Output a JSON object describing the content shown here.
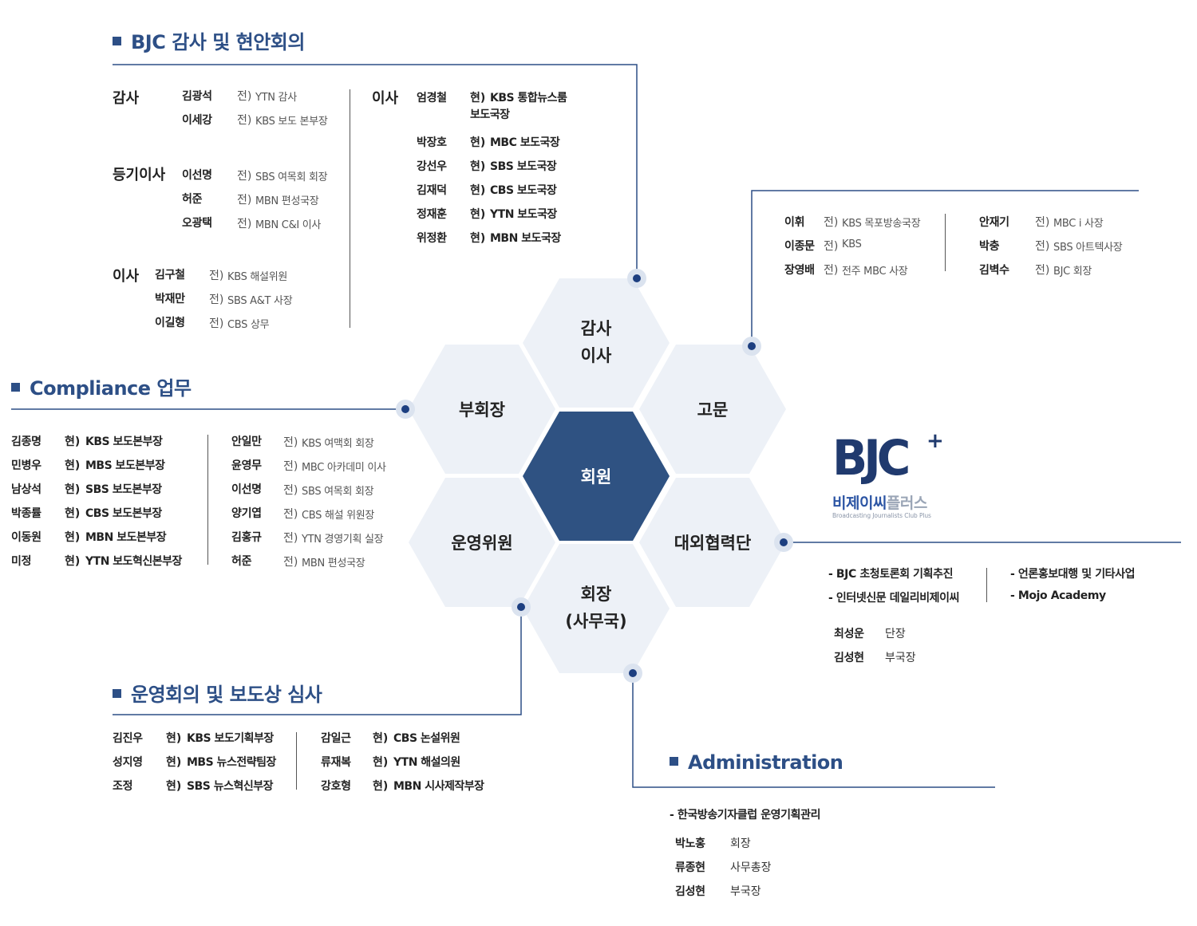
{
  "hexagons": {
    "center": "회원",
    "top": [
      "감사",
      "이사"
    ],
    "upper_left": "부회장",
    "upper_right": "고문",
    "lower_left": "운영위원",
    "lower_right": "대외협력단",
    "bottom": [
      "회장",
      "(사무국)"
    ]
  },
  "audit_board": {
    "title": "BJC 감사 및 현안회의",
    "groups": [
      {
        "label": "감사",
        "members": [
          {
            "name": "김광석",
            "prefix": "전)",
            "desc": "YTN 감사"
          },
          {
            "name": "이세강",
            "prefix": "전)",
            "desc": "KBS 보도 본부장"
          }
        ]
      },
      {
        "label": "등기이사",
        "members": [
          {
            "name": "이선명",
            "prefix": "전)",
            "desc": "SBS 여목회 회장"
          },
          {
            "name": "허준",
            "prefix": "전)",
            "desc": "MBN 편성국장"
          },
          {
            "name": "오광택",
            "prefix": "전)",
            "desc": "MBN C&I 이사"
          }
        ]
      },
      {
        "label": "이사",
        "members": [
          {
            "name": "김구철",
            "prefix": "전)",
            "desc": "KBS 해설위원"
          },
          {
            "name": "박재만",
            "prefix": "전)",
            "desc": "SBS A&T 사장"
          },
          {
            "name": "이길형",
            "prefix": "전)",
            "desc": "CBS 상무"
          }
        ]
      }
    ],
    "right_group": {
      "label": "이사",
      "members": [
        {
          "name": "엄경철",
          "prefix": "현)",
          "desc": "KBS 통합뉴스룸",
          "desc2": "보도국장"
        },
        {
          "name": "박장호",
          "prefix": "현)",
          "desc": "MBC 보도국장"
        },
        {
          "name": "강선우",
          "prefix": "현)",
          "desc": "SBS 보도국장"
        },
        {
          "name": "김재덕",
          "prefix": "현)",
          "desc": "CBS 보도국장"
        },
        {
          "name": "정재훈",
          "prefix": "현)",
          "desc": "YTN 보도국장"
        },
        {
          "name": "위정환",
          "prefix": "현)",
          "desc": "MBN 보도국장"
        }
      ]
    }
  },
  "advisors": {
    "left": [
      {
        "name": "이휘",
        "prefix": "전)",
        "desc": "KBS 목포방송국장"
      },
      {
        "name": "이종문",
        "prefix": "전)",
        "desc": "KBS"
      },
      {
        "name": "장영배",
        "prefix": "전)",
        "desc": "전주 MBC 사장"
      }
    ],
    "right": [
      {
        "name": "안재기",
        "prefix": "전)",
        "desc": "MBC i 사장"
      },
      {
        "name": "박충",
        "prefix": "전)",
        "desc": "SBS 아트텍사장"
      },
      {
        "name": "김벽수",
        "prefix": "전)",
        "desc": "BJC 회장"
      }
    ]
  },
  "compliance": {
    "title": "Compliance 업무",
    "left": [
      {
        "name": "김종명",
        "prefix": "현)",
        "desc": "KBS 보도본부장"
      },
      {
        "name": "민병우",
        "prefix": "현)",
        "desc": "MBS 보도본부장"
      },
      {
        "name": "남상석",
        "prefix": "현)",
        "desc": "SBS 보도본부장"
      },
      {
        "name": "박종률",
        "prefix": "현)",
        "desc": "CBS 보도본부장"
      },
      {
        "name": "이동원",
        "prefix": "현)",
        "desc": "MBN 보도본부장"
      },
      {
        "name": "미정",
        "prefix": "현)",
        "desc": "YTN 보도혁신본부장"
      }
    ],
    "right": [
      {
        "name": "안일만",
        "prefix": "전)",
        "desc": "KBS 여맥회 회장"
      },
      {
        "name": "윤영무",
        "prefix": "전)",
        "desc": "MBC 아카데미 이사"
      },
      {
        "name": "이선명",
        "prefix": "전)",
        "desc": "SBS 여목회 회장"
      },
      {
        "name": "양기엽",
        "prefix": "전)",
        "desc": "CBS 해설 위원장"
      },
      {
        "name": "김홍규",
        "prefix": "전)",
        "desc": "YTN 경영기획 실장"
      },
      {
        "name": "허준",
        "prefix": "전)",
        "desc": "MBN 편성국장"
      }
    ]
  },
  "logo": {
    "mark": "BJC",
    "plus": "+",
    "korean_left": "비제이씨",
    "korean_right": "플러스",
    "english": "Broadcasting Journalists Club Plus"
  },
  "external": {
    "bullets_left": [
      "- BJC 초청토론회 기획추진",
      "- 인터넷신문 데일리비제이씨"
    ],
    "bullets_right": [
      "- 언론홍보대행 및 기타사업",
      "- Mojo Academy"
    ],
    "members": [
      {
        "name": "최성운",
        "role": "단장"
      },
      {
        "name": "김성현",
        "role": "부국장"
      }
    ]
  },
  "operations": {
    "title": "운영회의 및 보도상 심사",
    "left": [
      {
        "name": "김진우",
        "prefix": "현)",
        "desc": "KBS 보도기획부장"
      },
      {
        "name": "성지영",
        "prefix": "현)",
        "desc": "MBS 뉴스전략팀장"
      },
      {
        "name": "조정",
        "prefix": "현)",
        "desc": "SBS 뉴스혁신부장"
      }
    ],
    "right": [
      {
        "name": "감일근",
        "prefix": "현)",
        "desc": "CBS 논설위원"
      },
      {
        "name": "류재복",
        "prefix": "현)",
        "desc": "YTN 해설의원"
      },
      {
        "name": "강호형",
        "prefix": "현)",
        "desc": "MBN 시사제작부장"
      }
    ]
  },
  "administration": {
    "title": "Administration",
    "bullet": "- 한국방송기자클럽 운영기획관리",
    "members": [
      {
        "name": "박노홍",
        "role": "회장"
      },
      {
        "name": "류종현",
        "role": "사무총장"
      },
      {
        "name": "김성현",
        "role": "부국장"
      }
    ]
  },
  "colors": {
    "accent": "#2d4f86",
    "hex_fill": "#edf1f7",
    "center_fill": "#2f5282",
    "line": "#2d4f86"
  }
}
